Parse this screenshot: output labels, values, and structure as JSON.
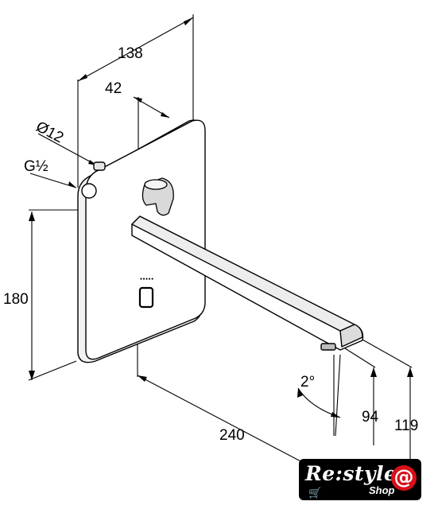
{
  "dimensions": {
    "width_total": "138",
    "width_spout_offset": "42",
    "diameter": "Ø12",
    "thread": "G½",
    "height_plate": "180",
    "projection": "240",
    "angle": "2°",
    "height_outlet": "94",
    "height_outlet_total": "119"
  },
  "plate_marking": "●●●●●",
  "logo": {
    "brand": "Re:style",
    "sub": "Shop",
    "at": "@",
    "cart_icon": "cart-icon"
  },
  "colors": {
    "line": "#000000",
    "fill_light": "#f2f2f2",
    "logo_bg": "#000000",
    "logo_accent": "#d8101a"
  }
}
